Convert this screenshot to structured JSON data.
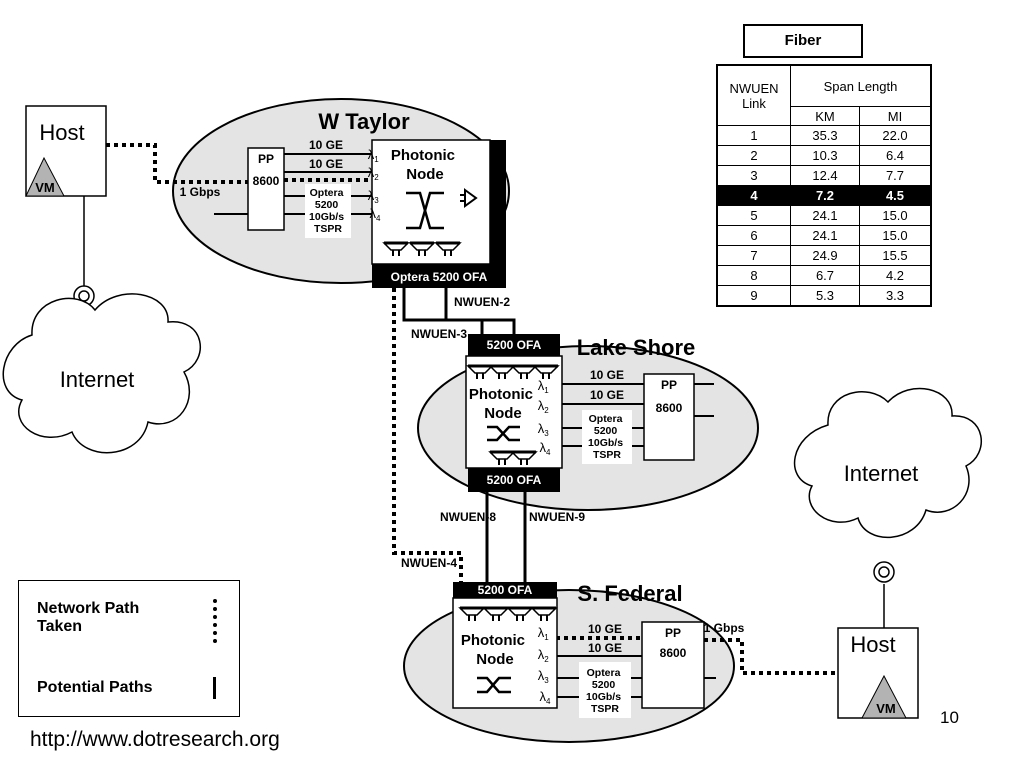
{
  "sites": {
    "w_taylor": {
      "name": "W Taylor",
      "pp": "PP",
      "pp_num": "8600",
      "ge1": "10 GE",
      "ge2": "10 GE",
      "optera": [
        "Optera",
        "5200",
        "10Gb/s",
        "TSPR"
      ],
      "photonic": [
        "Photonic",
        "Node"
      ],
      "ofa": "Optera 5200 OFA",
      "rate": "1 Gbps"
    },
    "lake_shore": {
      "name": "Lake Shore",
      "pp": "PP",
      "pp_num": "8600",
      "ge1": "10 GE",
      "ge2": "10 GE",
      "optera": [
        "Optera",
        "5200",
        "10Gb/s",
        "TSPR"
      ],
      "photonic": [
        "Photonic",
        "Node"
      ],
      "ofa_top": "5200 OFA",
      "ofa_bottom": "5200 OFA"
    },
    "s_federal": {
      "name": "S. Federal",
      "pp": "PP",
      "pp_num": "8600",
      "ge1": "10 GE",
      "ge2": "10 GE",
      "optera": [
        "Optera",
        "5200",
        "10Gb/s",
        "TSPR"
      ],
      "photonic": [
        "Photonic",
        "Node"
      ],
      "ofa": "5200 OFA",
      "rate": "1 Gbps"
    }
  },
  "lambda": {
    "symbol": "λ",
    "indices": [
      "1",
      "2",
      "3",
      "4"
    ]
  },
  "links": {
    "nwuen2": "NWUEN-2",
    "nwuen3": "NWUEN-3",
    "nwuen4": "NWUEN-4",
    "nwuen8": "NWUEN-8",
    "nwuen9": "NWUEN-9"
  },
  "hosts": {
    "left": {
      "label": "Host",
      "vm": "VM"
    },
    "right": {
      "label": "Host",
      "vm": "VM"
    }
  },
  "clouds": {
    "left": "Internet",
    "right": "Internet"
  },
  "fiber_table": {
    "title": "Fiber",
    "col_link": [
      "NWUEN",
      "Link"
    ],
    "col_span": "Span Length",
    "unit_km": "KM",
    "unit_mi": "MI",
    "highlight_row": "4",
    "rows": [
      {
        "link": "1",
        "km": "35.3",
        "mi": "22.0"
      },
      {
        "link": "2",
        "km": "10.3",
        "mi": "6.4"
      },
      {
        "link": "3",
        "km": "12.4",
        "mi": "7.7"
      },
      {
        "link": "4",
        "km": "7.2",
        "mi": "4.5"
      },
      {
        "link": "5",
        "km": "24.1",
        "mi": "15.0"
      },
      {
        "link": "6",
        "km": "24.1",
        "mi": "15.0"
      },
      {
        "link": "7",
        "km": "24.9",
        "mi": "15.5"
      },
      {
        "link": "8",
        "km": "6.7",
        "mi": "4.2"
      },
      {
        "link": "9",
        "km": "5.3",
        "mi": "3.3"
      }
    ]
  },
  "legend": {
    "dotted": [
      "Network Path",
      "Taken"
    ],
    "solid": "Potential Paths"
  },
  "footer": {
    "url": "http://www.dotresearch.org",
    "page": "10"
  }
}
